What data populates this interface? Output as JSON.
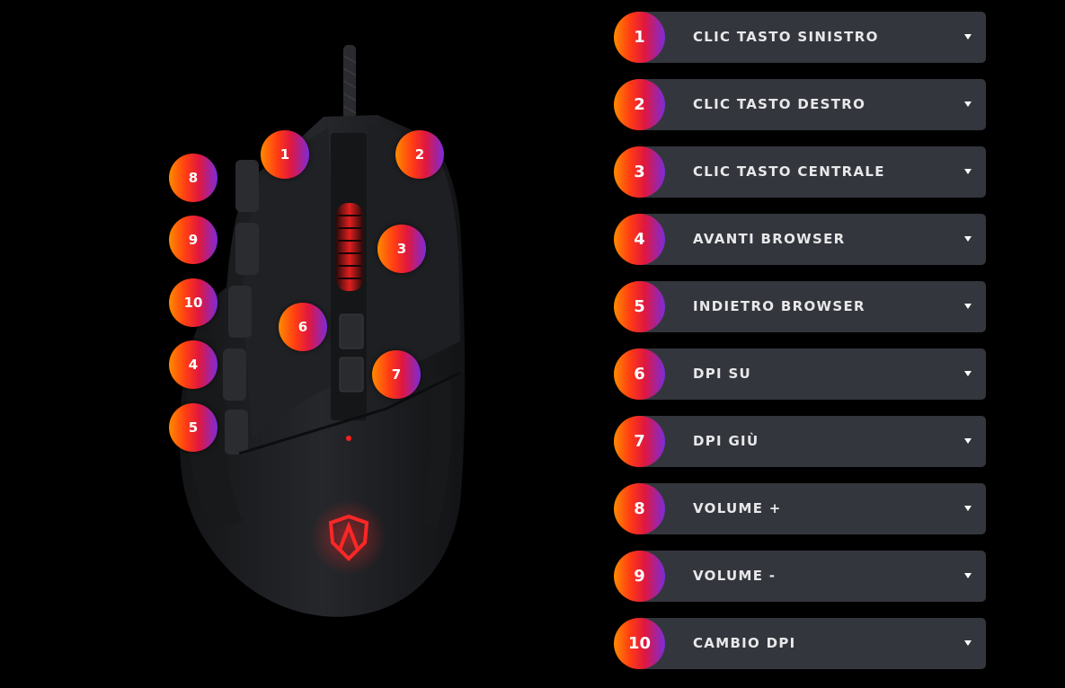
{
  "colors": {
    "background": "#000000",
    "row_background": "#34363d",
    "badge_gradient": [
      "#ff8a00",
      "#ff3c14",
      "#e0173f",
      "#7c2bd9"
    ],
    "mouse_body": "#1b1c1f",
    "led_red": "#ff1e1e"
  },
  "mouse": {
    "hotspots": [
      {
        "num": "1"
      },
      {
        "num": "2"
      },
      {
        "num": "3"
      },
      {
        "num": "8"
      },
      {
        "num": "9"
      },
      {
        "num": "10"
      },
      {
        "num": "6"
      },
      {
        "num": "4"
      },
      {
        "num": "7"
      },
      {
        "num": "5"
      }
    ]
  },
  "mappings": [
    {
      "num": "1",
      "label": "CLIC TASTO SINISTRO"
    },
    {
      "num": "2",
      "label": "CLIC TASTO DESTRO"
    },
    {
      "num": "3",
      "label": "CLIC TASTO CENTRALE"
    },
    {
      "num": "4",
      "label": "AVANTI BROWSER"
    },
    {
      "num": "5",
      "label": "INDIETRO BROWSER"
    },
    {
      "num": "6",
      "label": "DPI SU"
    },
    {
      "num": "7",
      "label": "DPI GIÙ"
    },
    {
      "num": "8",
      "label": "VOLUME +"
    },
    {
      "num": "9",
      "label": "VOLUME -"
    },
    {
      "num": "10",
      "label": "CAMBIO DPI"
    }
  ]
}
